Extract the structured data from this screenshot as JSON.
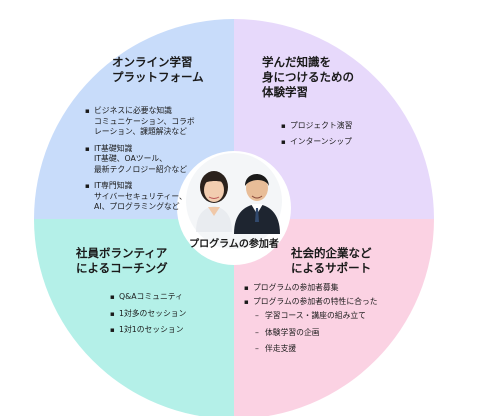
{
  "center": {
    "label": "プログラムの参加者"
  },
  "quadrants": {
    "top_left": {
      "title": "オンライン学習\nプラットフォーム",
      "color": "#c8dcfa",
      "items": [
        "ビジネスに必要な知識\nコミュニケーション、コラボ\nレーション、課題解決など",
        "IT基礎知識\nIT基礎、OAツール、\n最新テクノロジー紹介など",
        "IT専門知識\nサイバーセキュリティー、\nAI、プログラミングなど"
      ]
    },
    "top_right": {
      "title": "学んだ知識を\n身につけるための\n体験学習",
      "color": "#e7d9fb",
      "items": [
        "プロジェクト演習",
        "インターンシップ"
      ]
    },
    "bottom_left": {
      "title": "社員ボランティア\nによるコーチング",
      "color": "#b4f0e8",
      "items": [
        "Q&Aコミュニティ",
        "1対多のセッション",
        "1対1のセッション"
      ]
    },
    "bottom_right": {
      "title": "社会的企業など\nによるサポート",
      "color": "#fbd2e3",
      "items": [
        "プログラムの参加者募集",
        "プログラムの参加者の特性に合った"
      ],
      "subitems": [
        "学習コース・講座の組み立て",
        "体験学習の企画",
        "伴走支援"
      ]
    }
  }
}
